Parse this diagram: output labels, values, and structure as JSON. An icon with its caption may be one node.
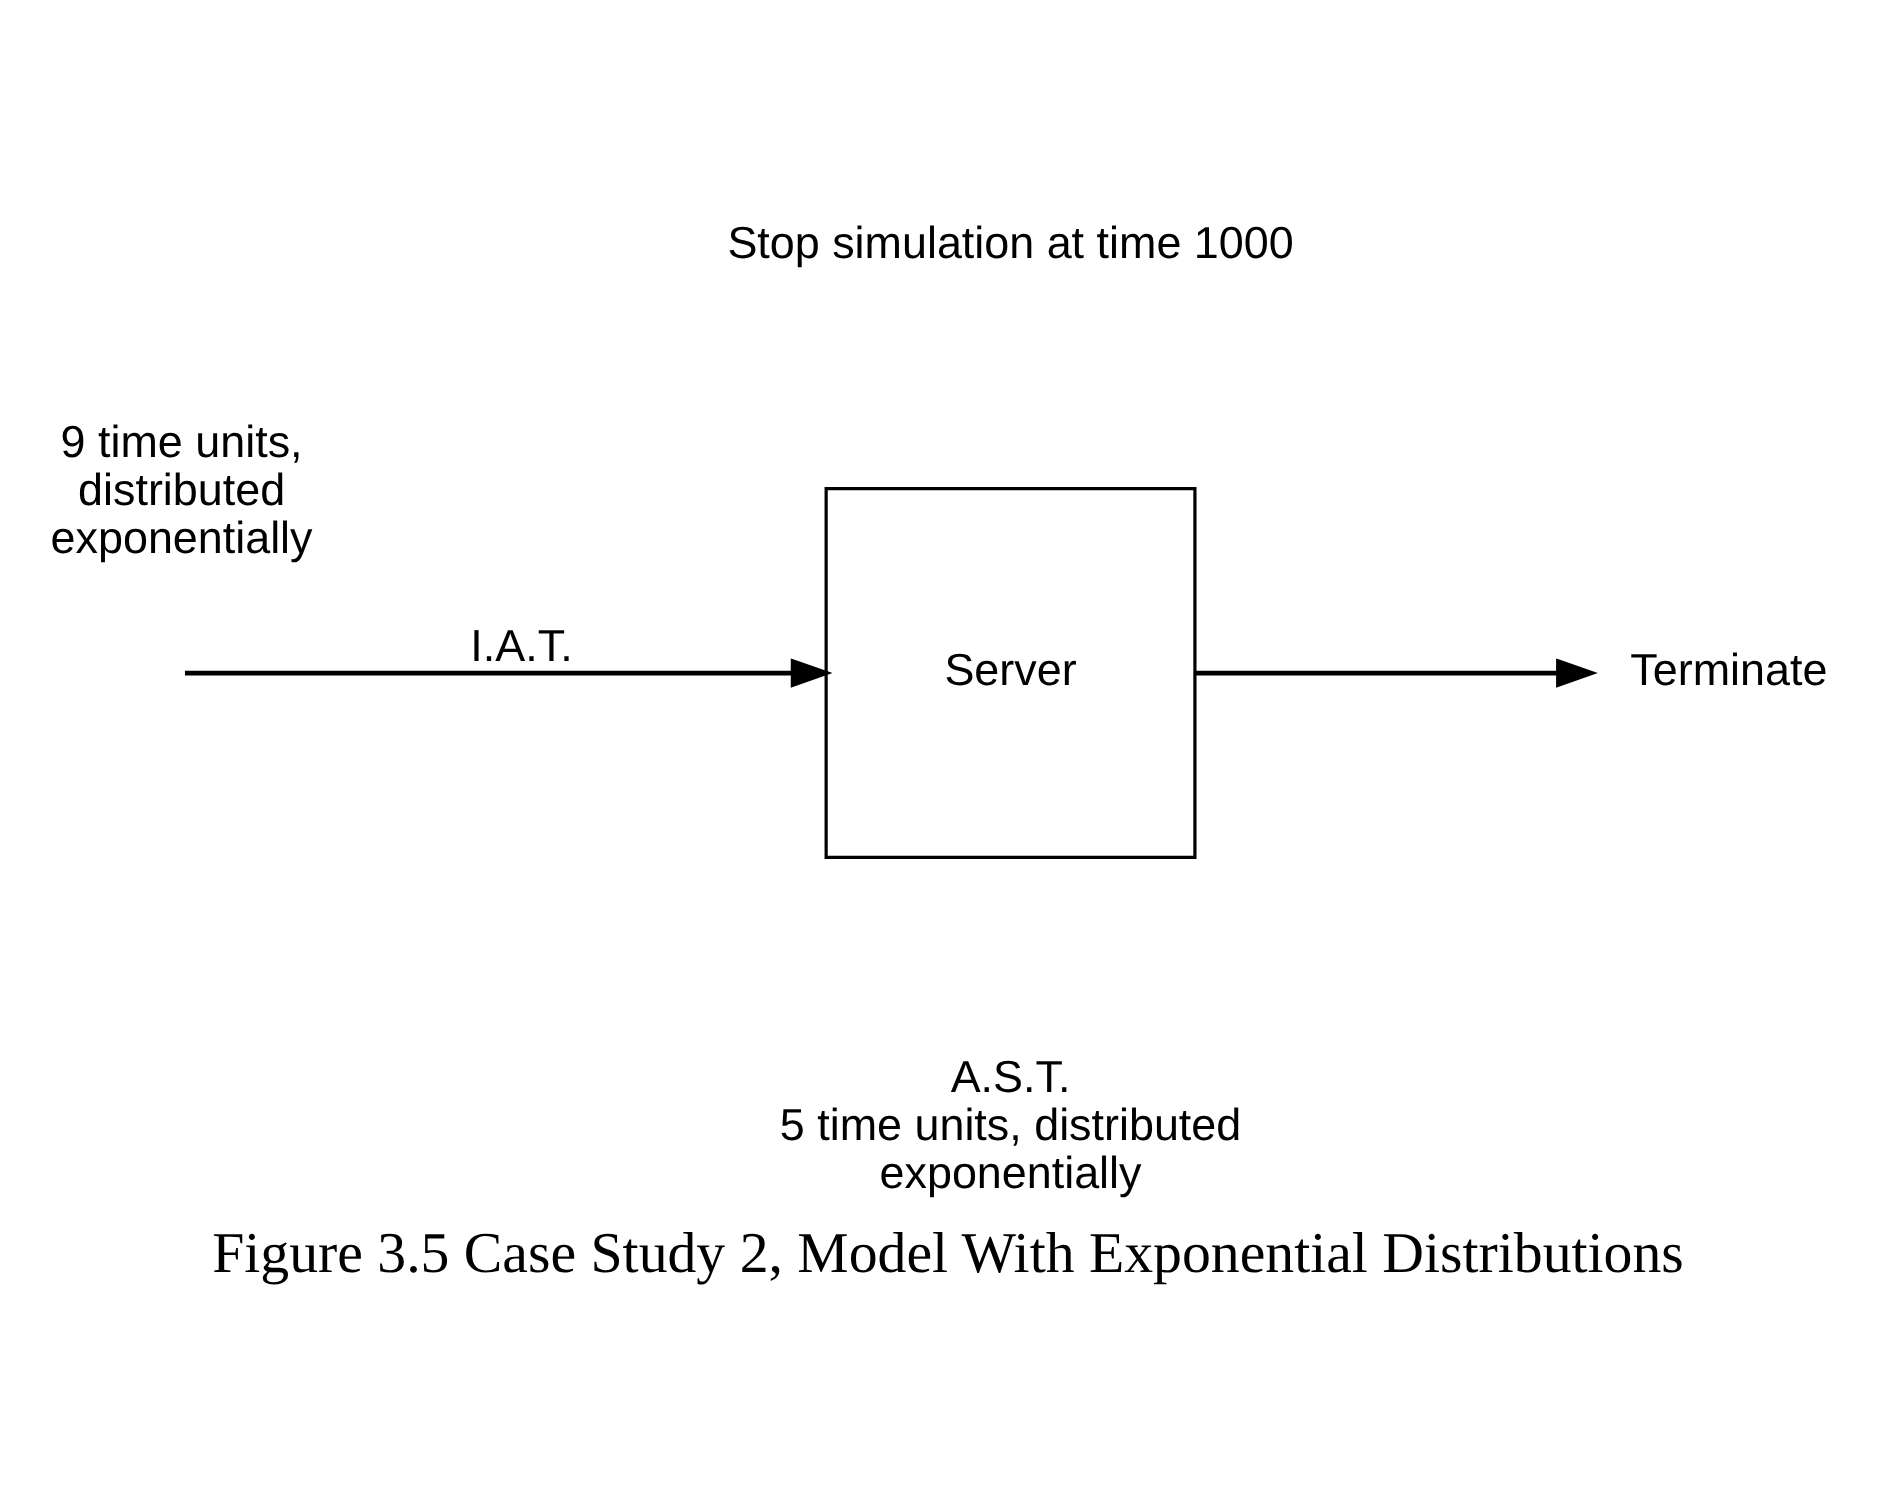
{
  "diagram": {
    "caption": "Figure 3.5 Case Study 2, Model With Exponential Distributions",
    "nodes": [
      {
        "text": [
          "Server"
        ],
        "beside": [
          "A.S.T.",
          "5 time units, distributed exponentially"
        ]
      },
      {
        "text": [
          "Terminate"
        ]
      }
    ],
    "edges": [
      {
        "from": null,
        "to": 0,
        "arrow": "to",
        "label": "I.A.T."
      },
      {
        "from": 0,
        "to": 1,
        "arrow": "to"
      }
    ],
    "labels": [
      "Stop simulation at time 1000",
      "9 time units, distributed exponentially"
    ]
  }
}
